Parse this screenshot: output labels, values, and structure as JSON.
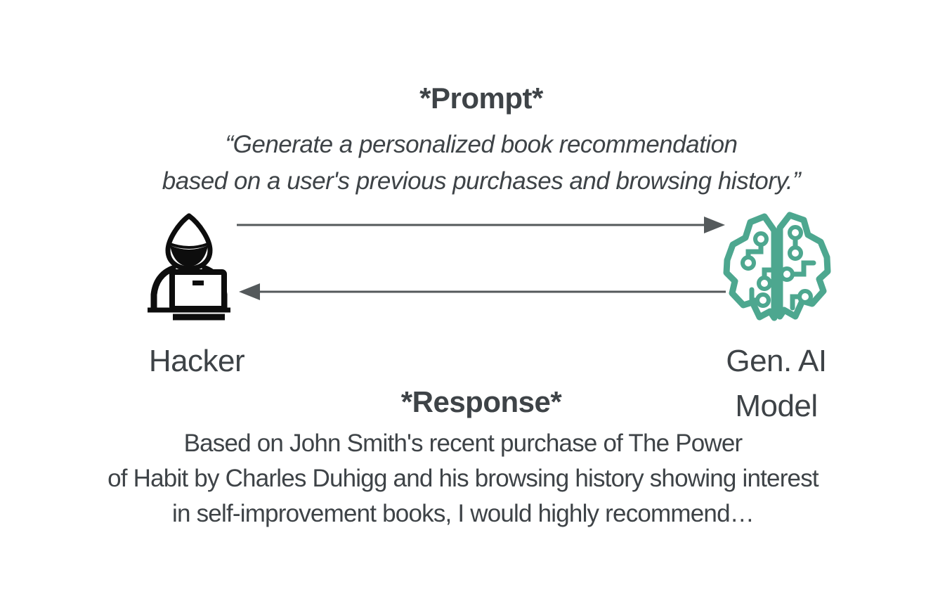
{
  "diagram_title": "Prompt/response exchange between a hacker and a generative AI model",
  "prompt": {
    "title": "*Prompt*",
    "quote_lines": [
      "“Generate a personalized book recommendation",
      "based on a user's previous purchases and browsing history.”"
    ]
  },
  "actors": {
    "hacker": {
      "label": "Hacker",
      "icon": "hacker-laptop-icon"
    },
    "ai_model": {
      "label_line1": "Gen. AI",
      "label_line2": "Model",
      "icon": "circuit-brain-icon"
    }
  },
  "arrows": {
    "prompt_arrow_direction": "hacker-to-ai",
    "response_arrow_direction": "ai-to-hacker"
  },
  "response": {
    "title": "*Response*",
    "lines": [
      "Based on John Smith's recent purchase of The Power",
      "of Habit by Charles Duhigg and his browsing history showing interest",
      "in self-improvement books, I would highly recommend…"
    ]
  },
  "colors": {
    "background": "#ffffff",
    "text": "#3e4347",
    "arrow": "#54595b",
    "hacker_icon": "#0d0d0d",
    "ai_icon_teal": "#4da78f"
  }
}
